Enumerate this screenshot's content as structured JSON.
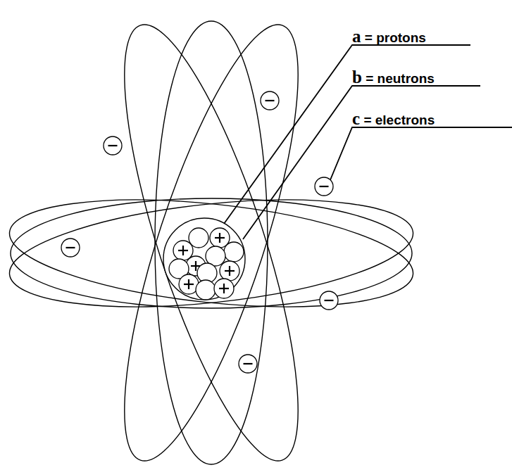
{
  "diagram": {
    "labels": [
      "a = protons",
      "b = neutrons",
      "c = electrons"
    ]
  }
}
